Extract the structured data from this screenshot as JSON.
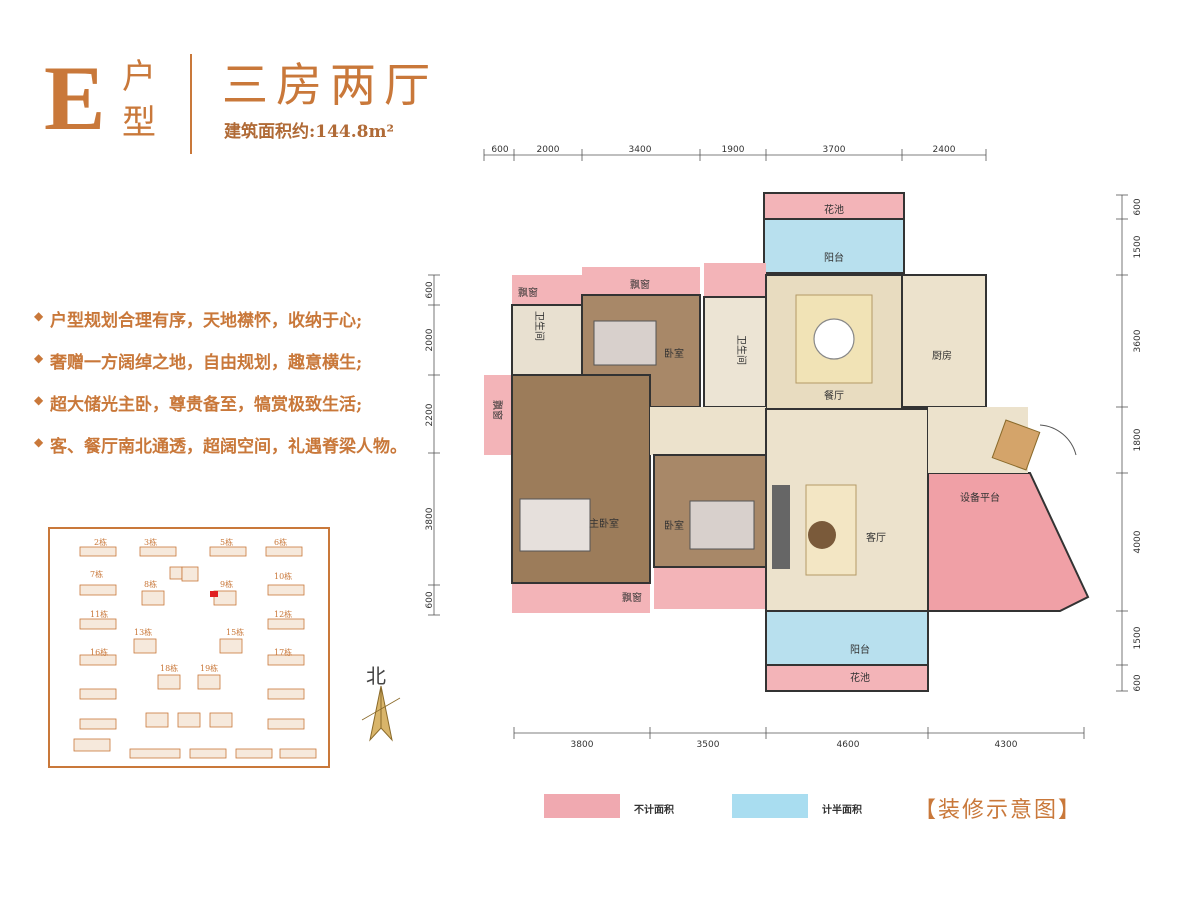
{
  "header": {
    "unit_letter": "E",
    "unit_char1": "户",
    "unit_char2": "型",
    "title": "三房两厅",
    "area": "建筑面积约:144.8m²"
  },
  "features": [
    "户型规划合理有序，天地襟怀，收纳于心;",
    "奢赠一方阔绰之地，自由规划，趣意横生;",
    "超大储光主卧，尊贵备至，犒赏极致生活;",
    "客、餐厅南北通透，超阔空间，礼遇脊梁人物。"
  ],
  "site_map": {
    "buildings": [
      "2栋",
      "3栋",
      "5栋",
      "6栋",
      "7栋",
      "8栋",
      "9栋",
      "10栋",
      "11栋",
      "12栋",
      "13栋",
      "15栋",
      "16栋",
      "17栋",
      "18栋",
      "19栋"
    ],
    "highlight": "9栋"
  },
  "compass": {
    "label": "北"
  },
  "dimensions": {
    "top": [
      "600",
      "2000",
      "3400",
      "1900",
      "3700",
      "2400"
    ],
    "bottom": [
      "3800",
      "3500",
      "4600",
      "4300"
    ],
    "left": [
      "600",
      "2000",
      "2200",
      "3800",
      "600"
    ],
    "right": [
      "600",
      "1500",
      "3600",
      "1800",
      "4000",
      "1500",
      "600"
    ]
  },
  "rooms": {
    "flower_pool_top": "花池",
    "balcony_top": "阳台",
    "bay_window_1": "飘窗",
    "bay_window_2": "飘窗",
    "bay_window_left": "飘窗",
    "bay_window_bottom": "飘窗",
    "bathroom_1": "卫生间",
    "bathroom_2": "卫生间",
    "bedroom_1": "卧室",
    "bedroom_2": "卧室",
    "master_bedroom": "主卧室",
    "dining": "餐厅",
    "kitchen": "厨房",
    "living": "客厅",
    "equipment": "设备平台",
    "balcony_bottom": "阳台",
    "flower_pool_bottom": "花池"
  },
  "legend": {
    "pink_label": "不计面积",
    "blue_label": "计半面积",
    "pink_color": "#f0a9b0",
    "blue_color": "#a9ddf0",
    "caption": "【装修示意图】"
  }
}
